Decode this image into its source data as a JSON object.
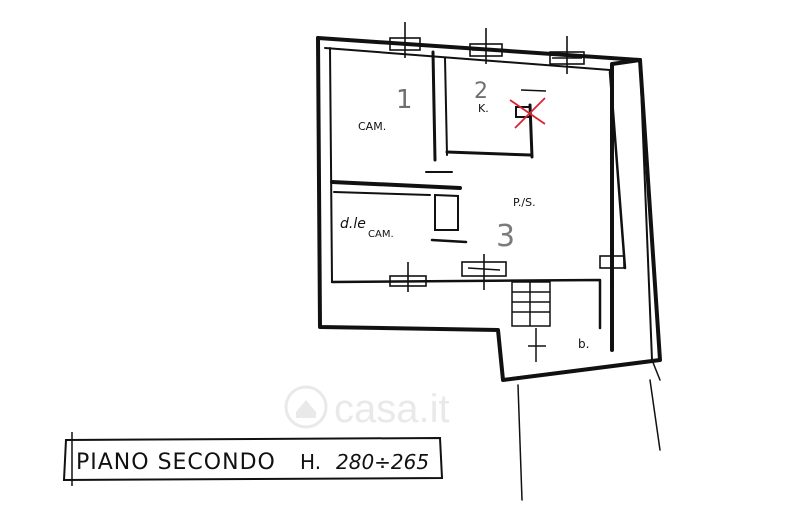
{
  "rooms": {
    "camera_1": "CAM.",
    "cucina": "K.",
    "pranzo_soggiorno": "P./S.",
    "camera_2_prefix": "d.le",
    "camera_2": "CAM.",
    "bagno": "b."
  },
  "sketch_numbers": {
    "n1": "1",
    "n2": "2",
    "n3": "3"
  },
  "caption": {
    "floor": "PIANO SECONDO",
    "height_label": "H.",
    "height_value": "280÷265"
  },
  "watermark": {
    "text": "casa.it"
  }
}
